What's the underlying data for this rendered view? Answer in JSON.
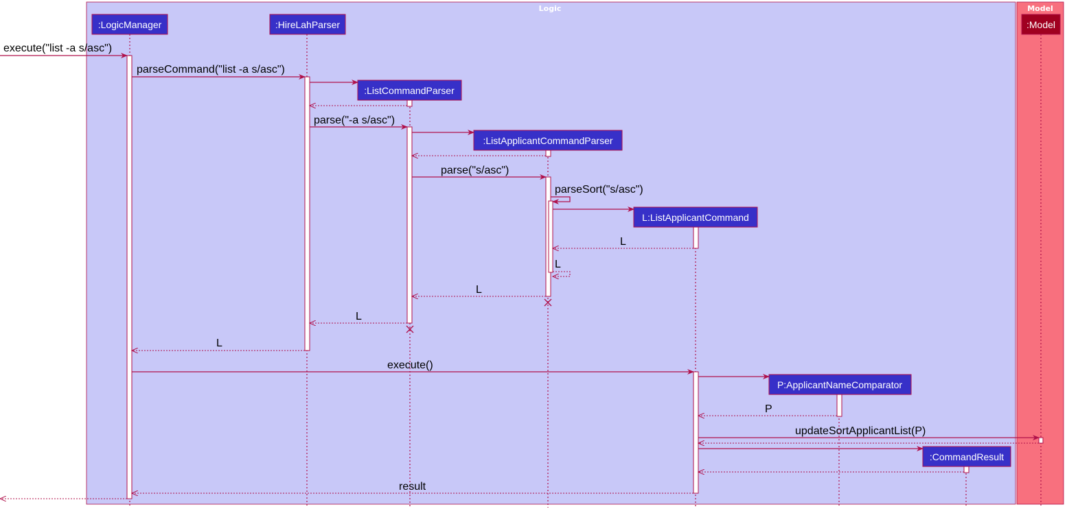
{
  "colors": {
    "logic_frame": "#c8c8f8",
    "model_frame": "#f8707e",
    "participant_box": "#3730c8",
    "model_box": "#a00020",
    "line": "#b0104a",
    "activation": "#ffffff"
  },
  "frames": {
    "logic": "Logic",
    "model": "Model"
  },
  "participants": {
    "logic_manager": ":LogicManager",
    "hirelah_parser": ":HireLahParser",
    "list_command_parser": ":ListCommandParser",
    "list_applicant_command_parser": ":ListApplicantCommandParser",
    "list_applicant_command": "L:ListApplicantCommand",
    "applicant_name_comparator": "P:ApplicantNameComparator",
    "command_result": ":CommandResult",
    "model": ":Model"
  },
  "messages": {
    "execute_call": "execute(\"list -a s/asc\")",
    "parse_command": "parseCommand(\"list -a s/asc\")",
    "parse_a": "parse(\"-a s/asc\")",
    "parse_s": "parse(\"s/asc\")",
    "parse_sort": "parseSort(\"s/asc\")",
    "return_l_1": "L",
    "return_l_2": "L",
    "return_l_3": "L",
    "return_l_4": "L",
    "return_l_5": "L",
    "execute": "execute()",
    "return_p": "P",
    "update_sort": "updateSortApplicantList(P)",
    "result": "result"
  }
}
